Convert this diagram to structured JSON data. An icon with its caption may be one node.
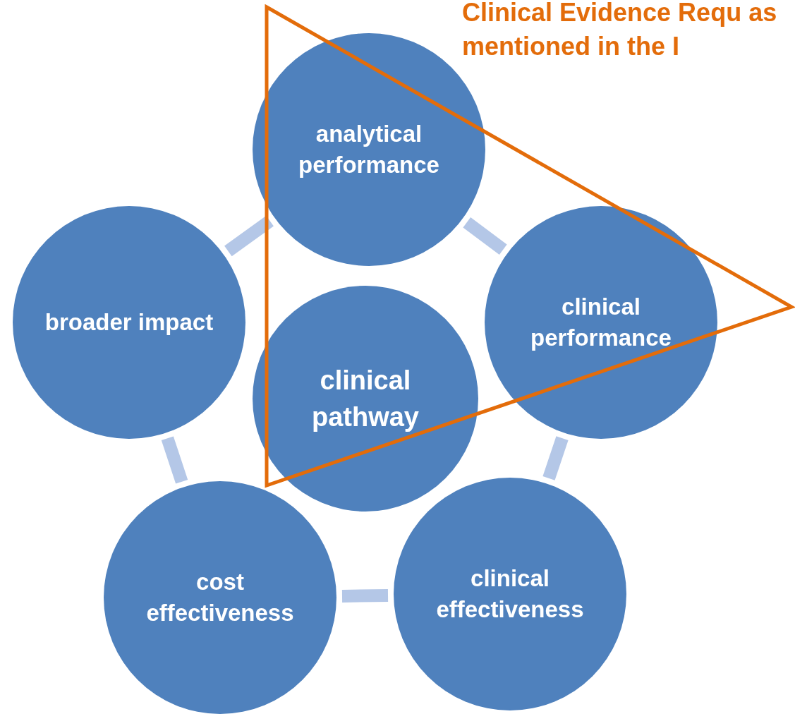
{
  "diagram": {
    "nodes": [
      {
        "text": [
          "analytical performance"
        ]
      },
      {
        "text": [
          "clinical performance"
        ]
      },
      {
        "text": [
          "clinical effectiveness"
        ]
      },
      {
        "text": [
          "cost effectiveness"
        ]
      },
      {
        "text": [
          "broader impact"
        ]
      },
      {
        "text": [
          "clinical pathway"
        ]
      }
    ],
    "edges": [
      {
        "from": 0,
        "to": 1,
        "arrow": "none"
      },
      {
        "from": 1,
        "to": 2,
        "arrow": "none"
      },
      {
        "from": 2,
        "to": 3,
        "arrow": "none"
      },
      {
        "from": 3,
        "to": 4,
        "arrow": "none"
      },
      {
        "from": 4,
        "to": 0,
        "arrow": "none"
      }
    ],
    "labels": [
      "Clinical Evidence Requ as mentioned in the I"
    ]
  }
}
